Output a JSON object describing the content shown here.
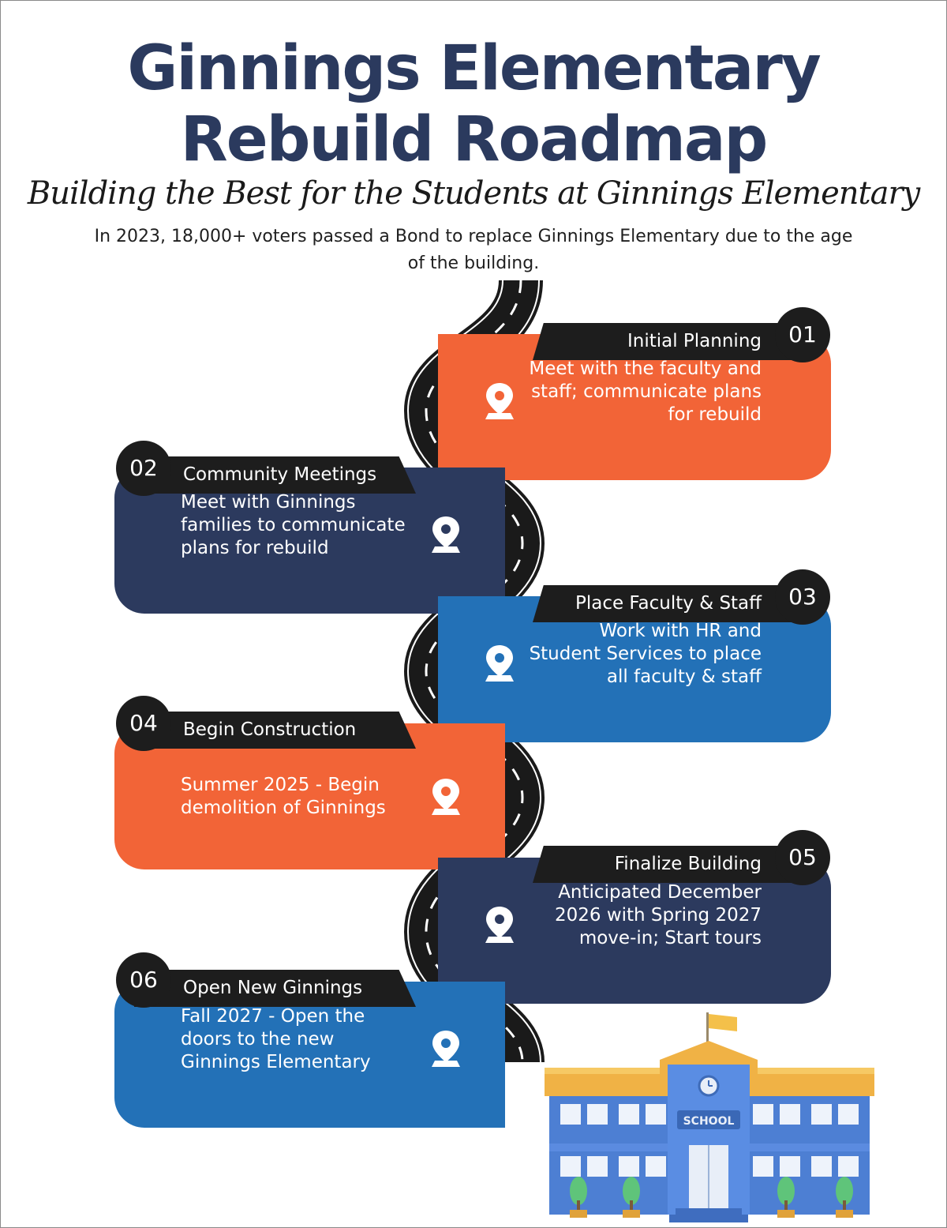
{
  "header": {
    "title_line1": "Ginnings Elementary",
    "title_line2": "Rebuild Roadmap",
    "subtitle": "Building the Best for the Students at Ginnings Elementary",
    "intro": "In 2023, 18,000+ voters passed a Bond to replace Ginnings Elementary due to the age of the building."
  },
  "colors": {
    "orange": "#f26437",
    "navy": "#2c3a5e",
    "blue": "#2371b7",
    "dark": "#1d1d1d",
    "title": "#2b3a5e"
  },
  "steps": [
    {
      "number": "01",
      "title": "Initial Planning",
      "description": "Meet with the faculty and staff; communicate plans for rebuild",
      "color": "orange",
      "icon": "map-pin-icon"
    },
    {
      "number": "02",
      "title": "Community Meetings",
      "description": "Meet with Ginnings families to communicate plans for rebuild",
      "color": "navy",
      "icon": "map-pin-icon"
    },
    {
      "number": "03",
      "title": "Place Faculty & Staff",
      "description": "Work with HR and Student Services to place all faculty & staff",
      "color": "blue",
      "icon": "map-pin-icon"
    },
    {
      "number": "04",
      "title": "Begin Construction",
      "description": "Summer 2025 - Begin demolition of Ginnings",
      "color": "orange",
      "icon": "map-pin-icon"
    },
    {
      "number": "05",
      "title": "Finalize Building",
      "description": "Anticipated December 2026 with Spring  2027 move-in; Start tours",
      "color": "navy",
      "icon": "map-pin-icon"
    },
    {
      "number": "06",
      "title": "Open New Ginnings",
      "description": "Fall 2027 - Open the doors to the new Ginnings Elementary",
      "color": "blue",
      "icon": "map-pin-icon"
    }
  ],
  "illustration": {
    "sign_text": "SCHOOL",
    "icon": "school-building-icon"
  }
}
